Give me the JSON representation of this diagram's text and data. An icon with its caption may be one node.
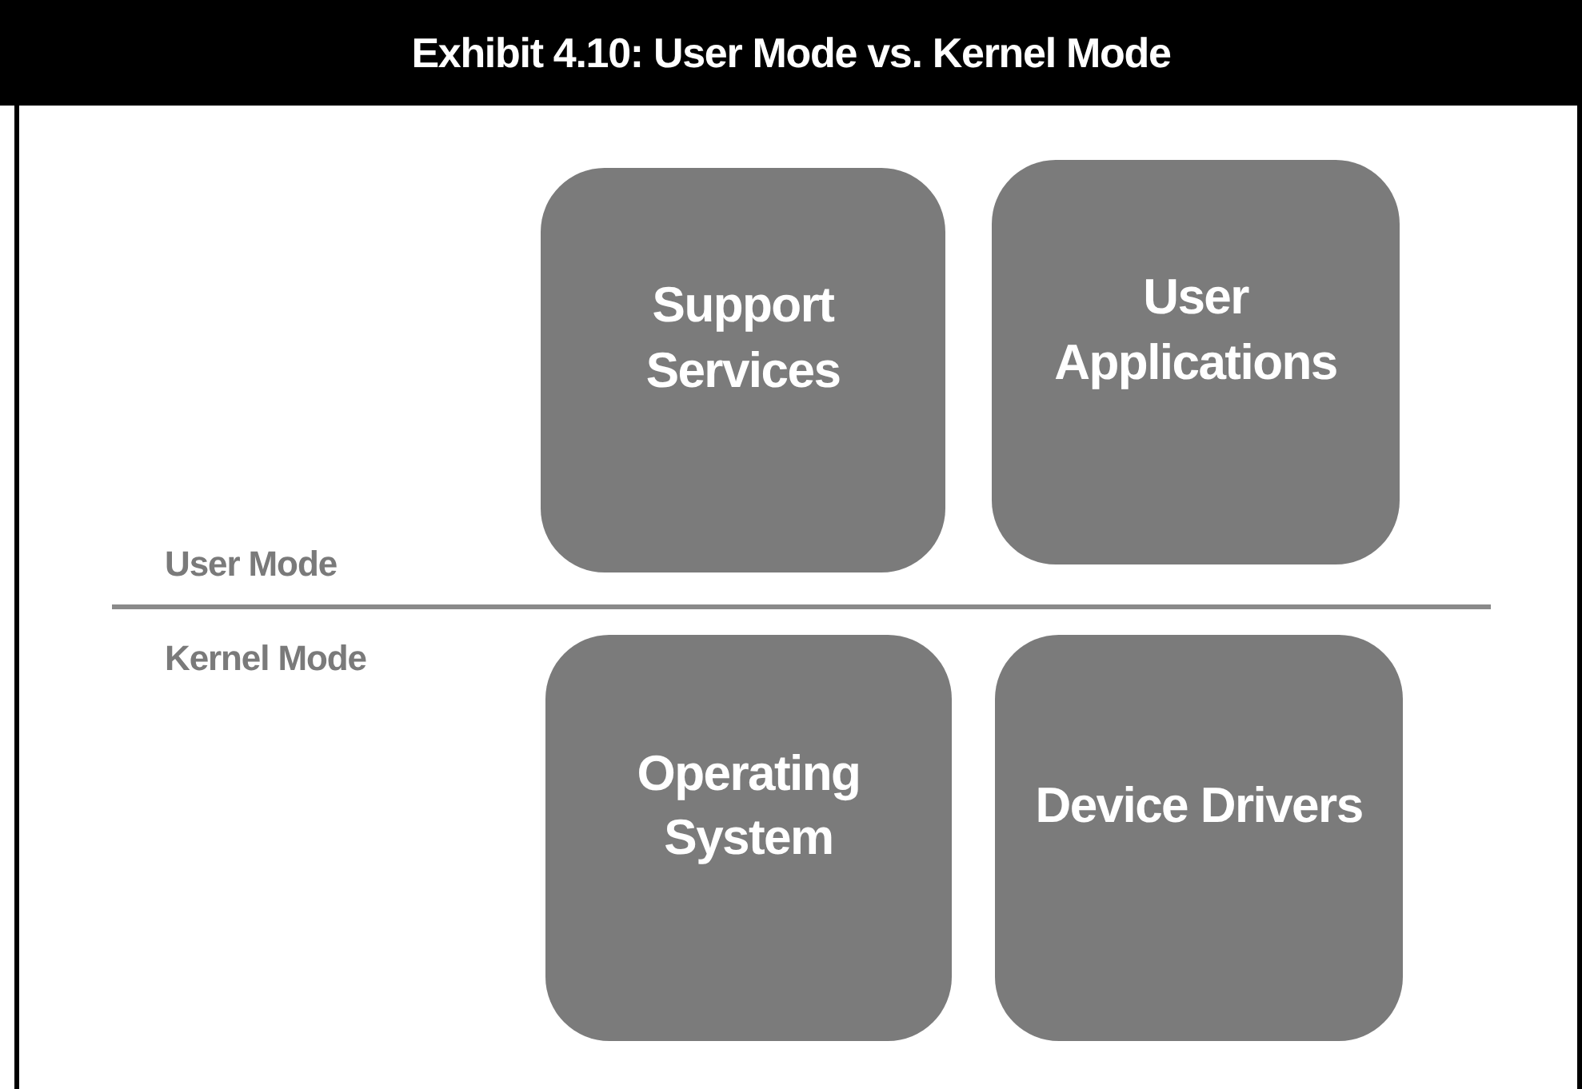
{
  "diagram": {
    "title": "Exhibit 4.10: User Mode vs. Kernel Mode",
    "nodes": [
      {
        "text": [
          "Support Services"
        ]
      },
      {
        "text": [
          "User Applications"
        ]
      },
      {
        "text": [
          "Operating System"
        ]
      },
      {
        "text": [
          "Device Drivers"
        ]
      }
    ],
    "labels": [
      "User Mode",
      "Kernel Mode"
    ]
  }
}
